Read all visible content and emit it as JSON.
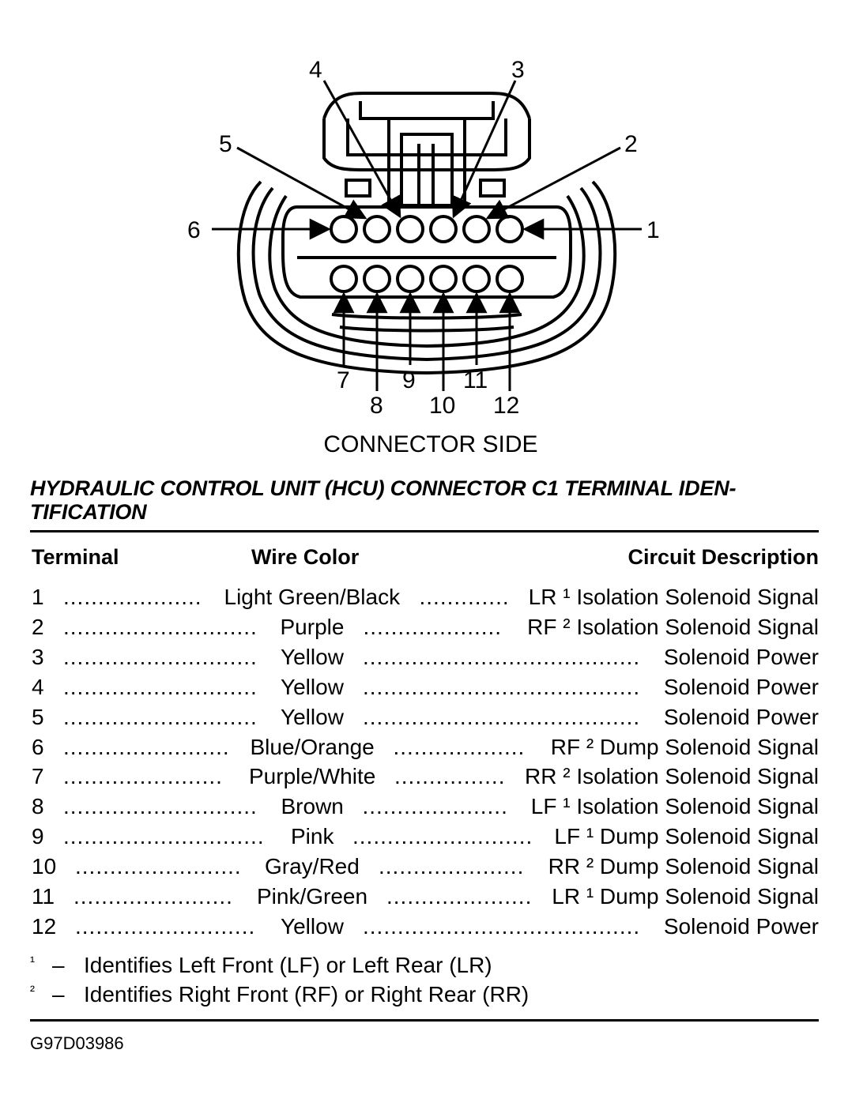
{
  "diagram": {
    "terminal_labels": [
      "1",
      "2",
      "3",
      "4",
      "5",
      "6",
      "7",
      "8",
      "9",
      "10",
      "11",
      "12"
    ],
    "view_label": "CONNECTOR SIDE"
  },
  "table": {
    "title": "HYDRAULIC CONTROL UNIT (HCU) CONNECTOR C1 TERMINAL IDEN-TIFICATION",
    "title_line1": "HYDRAULIC CONTROL UNIT (HCU) CONNECTOR C1 TERMINAL IDEN-",
    "title_line2": "TIFICATION",
    "headers": {
      "terminal": "Terminal",
      "wire_color": "Wire Color",
      "circuit": "Circuit Description"
    },
    "rows": [
      {
        "terminal": "1",
        "wire_color": "Light Green/Black",
        "circuit": "LR ¹ Isolation Solenoid Signal"
      },
      {
        "terminal": "2",
        "wire_color": "Purple",
        "circuit": "RF ² Isolation Solenoid Signal"
      },
      {
        "terminal": "3",
        "wire_color": "Yellow",
        "circuit": "Solenoid Power"
      },
      {
        "terminal": "4",
        "wire_color": "Yellow",
        "circuit": "Solenoid Power"
      },
      {
        "terminal": "5",
        "wire_color": "Yellow",
        "circuit": "Solenoid Power"
      },
      {
        "terminal": "6",
        "wire_color": "Blue/Orange",
        "circuit": "RF ² Dump Solenoid Signal"
      },
      {
        "terminal": "7",
        "wire_color": "Purple/White",
        "circuit": "RR ² Isolation Solenoid Signal"
      },
      {
        "terminal": "8",
        "wire_color": "Brown",
        "circuit": "LF ¹ Isolation Solenoid Signal"
      },
      {
        "terminal": "9",
        "wire_color": "Pink",
        "circuit": "LF ¹ Dump Solenoid Signal"
      },
      {
        "terminal": "10",
        "wire_color": "Gray/Red",
        "circuit": "RR ² Dump Solenoid Signal"
      },
      {
        "terminal": "11",
        "wire_color": "Pink/Green",
        "circuit": "LR ¹ Dump Solenoid Signal"
      },
      {
        "terminal": "12",
        "wire_color": "Yellow",
        "circuit": "Solenoid Power"
      }
    ],
    "footnotes": [
      {
        "mark": "¹",
        "text": "Identifies Left Front (LF) or Left Rear (LR)"
      },
      {
        "mark": "²",
        "text": "Identifies Right Front (RF) or Right Rear (RR)"
      }
    ],
    "footnote_dash": "–"
  },
  "figure_id": "G97D03986"
}
